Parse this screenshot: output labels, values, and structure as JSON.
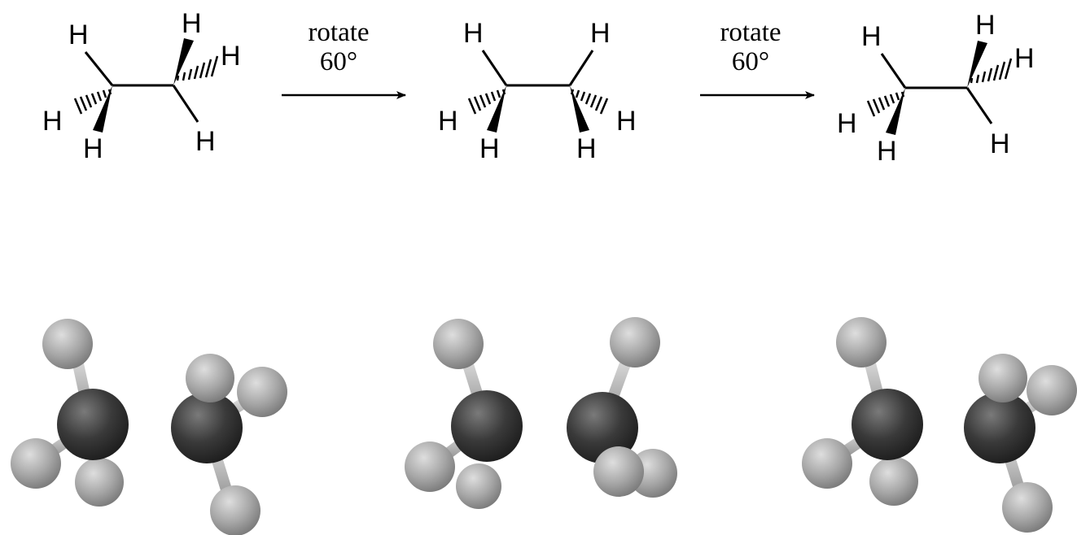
{
  "diagram": {
    "atom_label": "H",
    "arrows": [
      {
        "line1": "rotate",
        "line2": "60°"
      },
      {
        "line1": "rotate",
        "line2": "60°"
      }
    ]
  },
  "colors": {
    "carbon": "#3c3c3c",
    "hydrogen": "#a8a8a8",
    "bond": "#c4c4c4",
    "ink": "#000000"
  }
}
